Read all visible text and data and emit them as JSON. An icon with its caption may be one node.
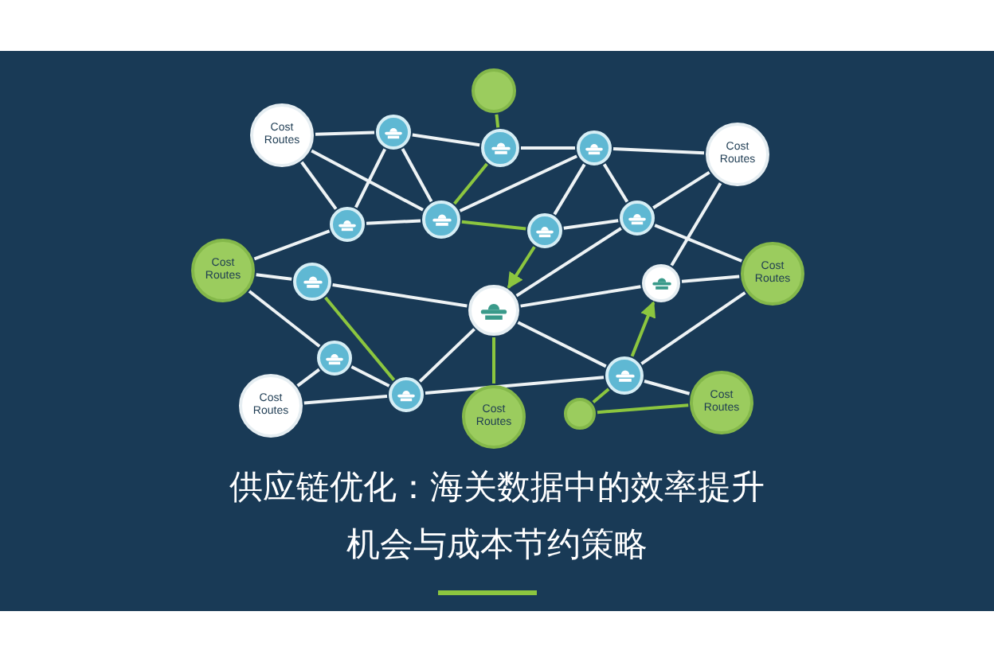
{
  "diagram": {
    "title": "供应链优化：海关数据中的效率提升机会与成本节约策略",
    "nodes": [
      {
        "text": [
          "Cost Routes"
        ]
      },
      {
        "text": [],
        "shape": "circle"
      },
      {
        "text": [],
        "shape": "circle"
      },
      {
        "text": [],
        "shape": "circle"
      },
      {
        "text": [],
        "shape": "circle"
      },
      {
        "text": [
          "Cost Routes"
        ]
      },
      {
        "text": [],
        "shape": "circle"
      },
      {
        "text": [],
        "shape": "circle"
      },
      {
        "text": [],
        "shape": "circle"
      },
      {
        "text": [],
        "shape": "circle"
      },
      {
        "text": [
          "Cost Routes"
        ]
      },
      {
        "text": [],
        "shape": "circle"
      },
      {
        "text": [],
        "shape": "circle"
      },
      {
        "text": [],
        "shape": "circle"
      },
      {
        "text": [
          "Cost Routes"
        ]
      },
      {
        "text": [],
        "shape": "circle"
      },
      {
        "text": [],
        "shape": "circle"
      },
      {
        "text": [
          "Cost Routes"
        ]
      },
      {
        "text": [],
        "shape": "circle"
      },
      {
        "text": [],
        "shape": "circle"
      },
      {
        "text": [
          "Cost Routes"
        ]
      },
      {
        "text": [
          "Cost Routes"
        ]
      }
    ],
    "edges": [
      {
        "from": 0,
        "to": 2,
        "arrow": "none"
      },
      {
        "from": 0,
        "to": 6,
        "arrow": "none"
      },
      {
        "from": 0,
        "to": 7,
        "arrow": "none"
      },
      {
        "from": 2,
        "to": 3,
        "arrow": "none"
      },
      {
        "from": 2,
        "to": 6,
        "arrow": "none"
      },
      {
        "from": 2,
        "to": 7,
        "arrow": "none"
      },
      {
        "from": 1,
        "to": 3,
        "arrow": "none",
        "color": "#8cc63f"
      },
      {
        "from": 3,
        "to": 4,
        "arrow": "none"
      },
      {
        "from": 3,
        "to": 7,
        "arrow": "none",
        "color": "#8cc63f"
      },
      {
        "from": 4,
        "to": 5,
        "arrow": "none"
      },
      {
        "from": 4,
        "to": 7,
        "arrow": "none"
      },
      {
        "from": 4,
        "to": 8,
        "arrow": "none"
      },
      {
        "from": 4,
        "to": 9,
        "arrow": "none"
      },
      {
        "from": 5,
        "to": 9,
        "arrow": "none"
      },
      {
        "from": 5,
        "to": 13,
        "arrow": "none"
      },
      {
        "from": 9,
        "to": 8,
        "arrow": "none"
      },
      {
        "from": 9,
        "to": 14,
        "arrow": "none"
      },
      {
        "from": 7,
        "to": 8,
        "arrow": "none",
        "color": "#8cc63f"
      },
      {
        "from": 6,
        "to": 7,
        "arrow": "none"
      },
      {
        "from": 6,
        "to": 10,
        "arrow": "none"
      },
      {
        "from": 10,
        "to": 11,
        "arrow": "none"
      },
      {
        "from": 11,
        "to": 12,
        "arrow": "none"
      },
      {
        "from": 10,
        "to": 15,
        "arrow": "none"
      },
      {
        "from": 8,
        "to": 12,
        "arrow": "to",
        "color": "#8cc63f"
      },
      {
        "from": 9,
        "to": 12,
        "arrow": "none"
      },
      {
        "from": 12,
        "to": 13,
        "arrow": "none"
      },
      {
        "from": 13,
        "to": 14,
        "arrow": "none"
      },
      {
        "from": 16,
        "to": 13,
        "arrow": "to",
        "color": "#8cc63f"
      },
      {
        "from": 12,
        "to": 16,
        "arrow": "none"
      },
      {
        "from": 15,
        "to": 17,
        "arrow": "none"
      },
      {
        "from": 15,
        "to": 18,
        "arrow": "none"
      },
      {
        "from": 11,
        "to": 18,
        "arrow": "none",
        "color": "#8cc63f"
      },
      {
        "from": 17,
        "to": 18,
        "arrow": "none"
      },
      {
        "from": 18,
        "to": 12,
        "arrow": "none"
      },
      {
        "from": 12,
        "to": 20,
        "arrow": "none",
        "color": "#8cc63f"
      },
      {
        "from": 16,
        "to": 19,
        "arrow": "none",
        "color": "#8cc63f"
      },
      {
        "from": 16,
        "to": 21,
        "arrow": "none"
      },
      {
        "from": 19,
        "to": 21,
        "arrow": "none",
        "color": "#8cc63f"
      },
      {
        "from": 14,
        "to": 16,
        "arrow": "none"
      },
      {
        "from": 18,
        "to": 16,
        "arrow": "none"
      }
    ]
  }
}
